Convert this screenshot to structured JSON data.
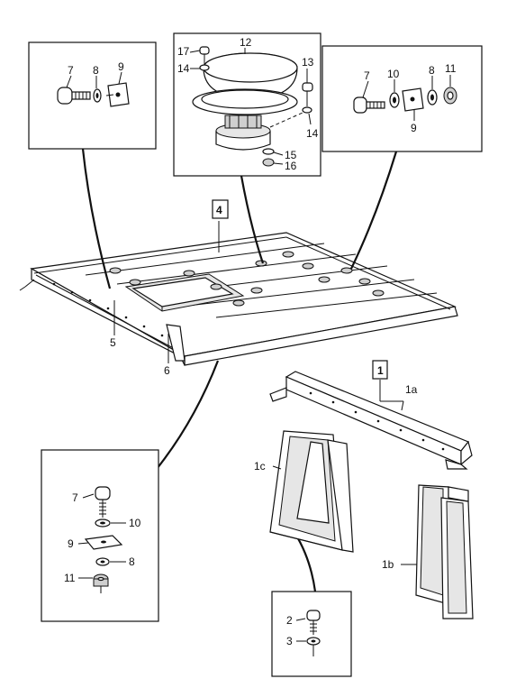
{
  "diagram": {
    "group_labels": {
      "roof_assembly": "4",
      "side_parts": "1"
    },
    "callouts": {
      "inset_left": [
        "7",
        "8",
        "9"
      ],
      "inset_vent": [
        "17",
        "12",
        "14",
        "13",
        "14",
        "15",
        "16"
      ],
      "inset_right": [
        "7",
        "10",
        "8",
        "11",
        "9"
      ],
      "roof": [
        "5",
        "6"
      ],
      "side_parts": [
        "1a",
        "1c",
        "1b"
      ],
      "inset_bottom_left": [
        "7",
        "10",
        "9",
        "8",
        "11"
      ],
      "inset_bottom_center": [
        "2",
        "3"
      ]
    }
  }
}
